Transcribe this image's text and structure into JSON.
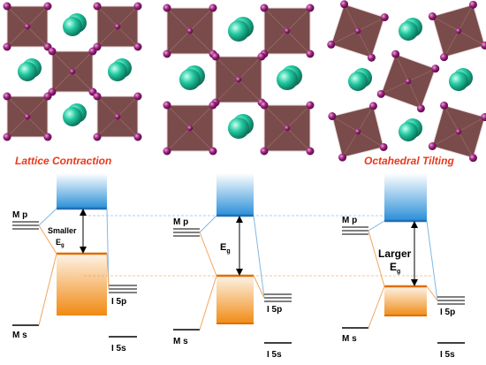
{
  "labels": {
    "lattice_contraction": "Lattice Contraction",
    "octahedral_tilting": "Octahedral Tilting",
    "mp": "M p",
    "ms": "M s",
    "i5p": "I 5p",
    "i5s": "I 5s",
    "smaller": "Smaller",
    "larger": "Larger",
    "eg_main": "E",
    "eg_sub": "g"
  },
  "colors": {
    "octahedron": "#7a4b4b",
    "octahedron_edge": "#e9d9d9",
    "iodide": "#9a1e7a",
    "cation": "#22c9a0",
    "conduction_band": "#2a8fd8",
    "valence_band": "#f08a12",
    "accent_red": "#e8391c"
  }
}
